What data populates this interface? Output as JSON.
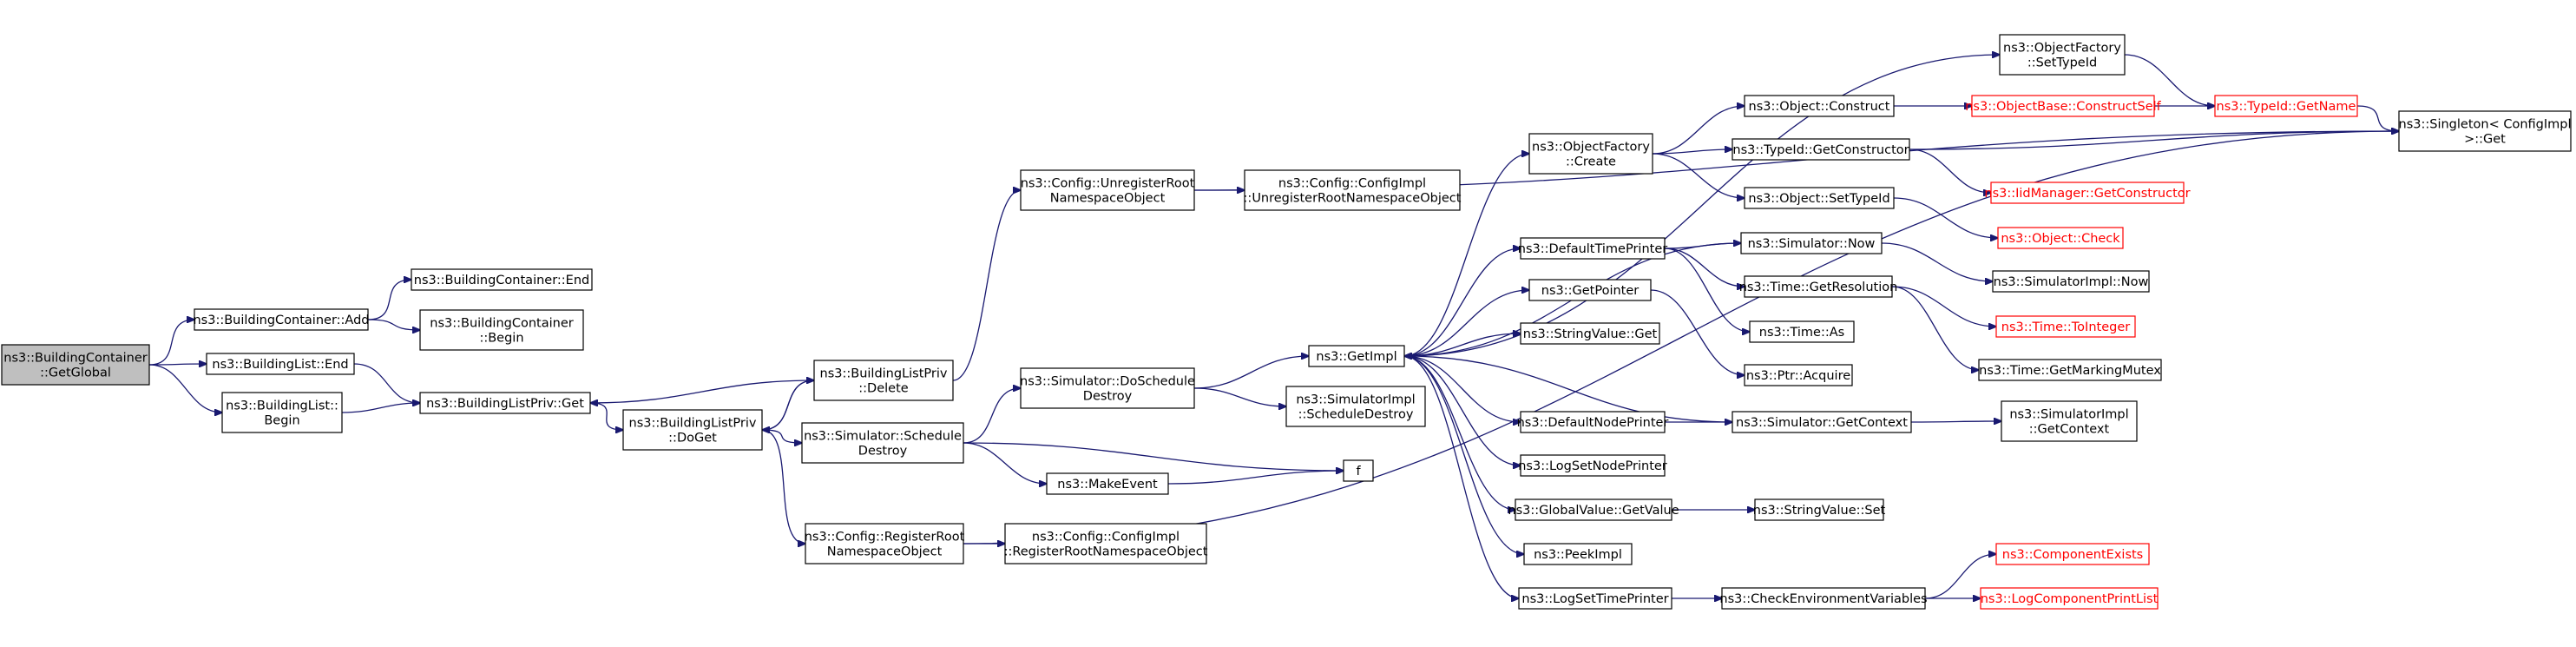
{
  "colors": {
    "edge": "#191970",
    "root_fill": "#bfbfbf",
    "missing_doc": "#ff0000"
  },
  "nodes": {
    "root": [
      "ns3::BuildingContainer",
      "::GetGlobal"
    ],
    "bc_add": [
      "ns3::BuildingContainer::Add"
    ],
    "bl_end": [
      "ns3::BuildingList::End"
    ],
    "bl_begin": [
      "ns3::BuildingList::",
      "Begin"
    ],
    "bc_end": [
      "ns3::BuildingContainer::End"
    ],
    "bc_begin": [
      "ns3::BuildingContainer",
      "::Begin"
    ],
    "blp_get": [
      "ns3::BuildingListPriv::Get"
    ],
    "blp_doget": [
      "ns3::BuildingListPriv",
      "::DoGet"
    ],
    "blp_delete": [
      "ns3::BuildingListPriv",
      "::Delete"
    ],
    "cfg_unreg": [
      "ns3::Config::UnregisterRoot",
      "NamespaceObject"
    ],
    "cfgi_unreg": [
      "ns3::Config::ConfigImpl",
      "::UnregisterRootNamespaceObject"
    ],
    "sim_dosched": [
      "ns3::Simulator::DoSchedule",
      "Destroy"
    ],
    "simi_sched": [
      "ns3::SimulatorImpl",
      "::ScheduleDestroy"
    ],
    "sim_sched": [
      "ns3::Simulator::Schedule",
      "Destroy"
    ],
    "make_event": [
      "ns3::MakeEvent"
    ],
    "f": [
      "f"
    ],
    "cfg_reg": [
      "ns3::Config::RegisterRoot",
      "NamespaceObject"
    ],
    "cfgi_reg": [
      "ns3::Config::ConfigImpl",
      "::RegisterRootNamespaceObject"
    ],
    "getimpl": [
      "ns3::GetImpl"
    ],
    "of_create": [
      "ns3::ObjectFactory",
      "::Create"
    ],
    "dtp": [
      "ns3::DefaultTimePrinter"
    ],
    "getpointer": [
      "ns3::GetPointer"
    ],
    "sv_get": [
      "ns3::StringValue::Get"
    ],
    "dnp": [
      "ns3::DefaultNodePrinter"
    ],
    "lsnp": [
      "ns3::LogSetNodePrinter"
    ],
    "gv_getvalue": [
      "ns3::GlobalValue::GetValue"
    ],
    "peekimpl": [
      "ns3::PeekImpl"
    ],
    "lstp": [
      "ns3::LogSetTimePrinter"
    ],
    "obj_construct": [
      "ns3::Object::Construct"
    ],
    "tid_getctor": [
      "ns3::TypeId::GetConstructor"
    ],
    "obj_settid": [
      "ns3::Object::SetTypeId"
    ],
    "sim_now": [
      "ns3::Simulator::Now"
    ],
    "time_getres": [
      "ns3::Time::GetResolution"
    ],
    "time_as": [
      "ns3::Time::As"
    ],
    "ptr_acquire": [
      "ns3::Ptr::Acquire"
    ],
    "sim_getctx": [
      "ns3::Simulator::GetContext"
    ],
    "sv_set": [
      "ns3::StringValue::Set"
    ],
    "cev": [
      "ns3::CheckEnvironmentVariables"
    ],
    "of_settid": [
      "ns3::ObjectFactory",
      "::SetTypeId"
    ],
    "ob_constructself": [
      "ns3::ObjectBase::ConstructSelf"
    ],
    "iid_getctor": [
      "ns3::IidManager::GetConstructor"
    ],
    "obj_check": [
      "ns3::Object::Check"
    ],
    "simi_now": [
      "ns3::SimulatorImpl::Now"
    ],
    "time_toint": [
      "ns3::Time::ToInteger"
    ],
    "time_getmm": [
      "ns3::Time::GetMarkingMutex"
    ],
    "simi_getctx": [
      "ns3::SimulatorImpl",
      "::GetContext"
    ],
    "comp_exists": [
      "ns3::ComponentExists"
    ],
    "lcpl": [
      "ns3::LogComponentPrintList"
    ],
    "tid_getname": [
      "ns3::TypeId::GetName"
    ],
    "singleton_get": [
      "ns3::Singleton< ConfigImpl",
      ">::Get"
    ]
  }
}
